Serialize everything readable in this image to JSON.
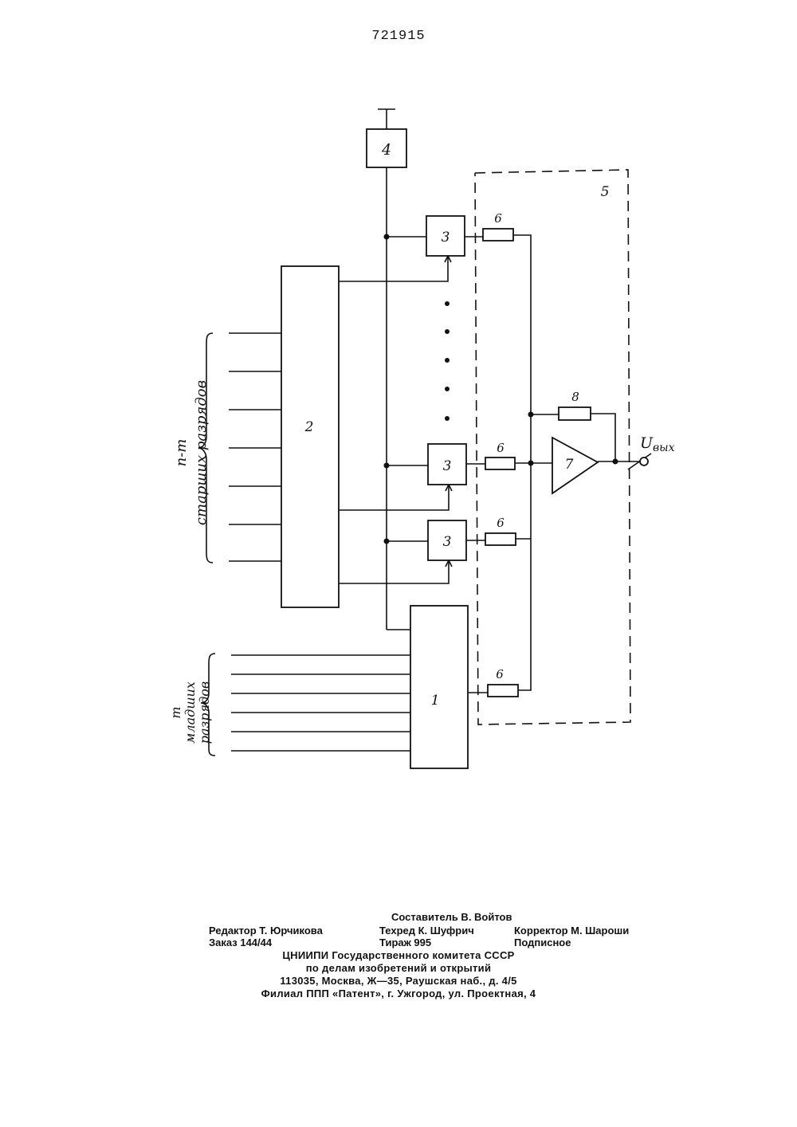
{
  "page": {
    "number": "721915"
  },
  "diagram": {
    "block_1": "1",
    "block_2": "2",
    "block_3": "3",
    "block_4": "4",
    "dashed_group_5": "5",
    "resistor_6": "6",
    "amplifier_7": "7",
    "feedback_resistor_8": "8",
    "output_label_main": "U",
    "output_label_sub": "вых",
    "upper_inputs_line1": "n-m",
    "upper_inputs_line2": "старших разрядов",
    "lower_inputs_line1": "m",
    "lower_inputs_line2": "младших",
    "lower_inputs_line3": "разрядов"
  },
  "imprint": {
    "compiler": "Составитель В. Войтов",
    "editor": "Редактор Т. Юрчикова",
    "tech_editor": "Техред К. Шуфрич",
    "corrector": "Корректор М. Шароши",
    "order": "Заказ 144/44",
    "circulation": "Тираж 995",
    "subscription": "Подписное",
    "org_line1": "ЦНИИПИ Государственного комитета СССР",
    "org_line2": "по делам изобретений и открытий",
    "address": "113035, Москва, Ж—35, Раушская наб., д. 4/5",
    "branch": "Филиал ППП «Патент», г. Ужгород, ул. Проектная, 4"
  }
}
